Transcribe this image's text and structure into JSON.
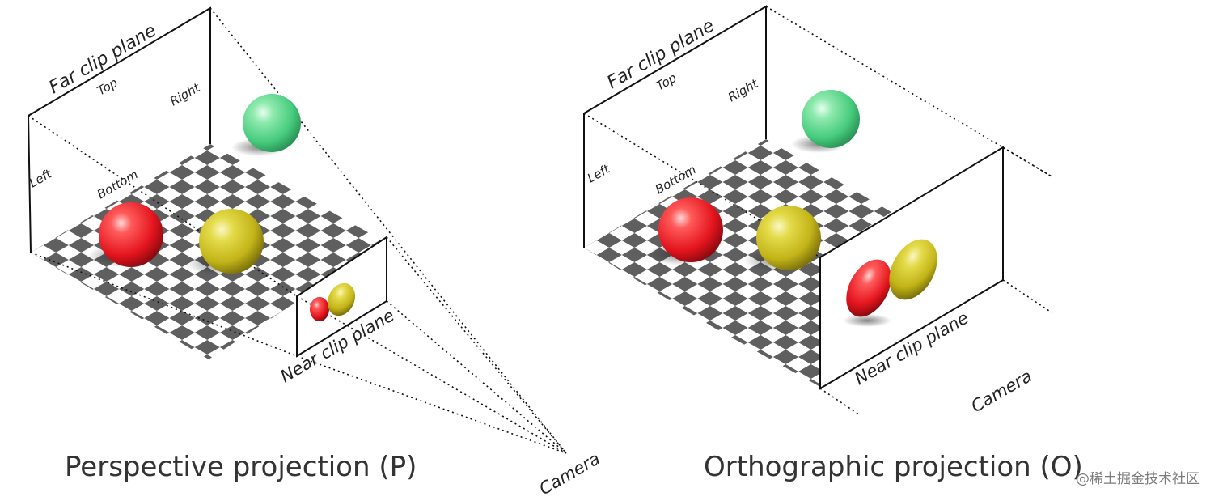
{
  "perspective": {
    "caption": "Perspective projection (P)",
    "labels": {
      "far_clip_plane": "Far clip plane",
      "top": "Top",
      "right": "Right",
      "left": "Left",
      "bottom": "Bottom",
      "near_clip_plane": "Near clip plane",
      "camera": "Camera"
    }
  },
  "orthographic": {
    "caption": "Orthographic projection (O)",
    "labels": {
      "far_clip_plane": "Far clip plane",
      "top": "Top",
      "right": "Right",
      "left": "Left",
      "bottom": "Bottom",
      "near_clip_plane": "Near clip plane",
      "camera": "Camera"
    }
  },
  "watermark": "@稀土掘金技术社区",
  "colors": {
    "sphere_red": "#e8222b",
    "sphere_yellow": "#cfc21e",
    "sphere_green": "#55d68a",
    "checker_dark": "#5f5f5f",
    "checker_light": "#ffffff"
  }
}
